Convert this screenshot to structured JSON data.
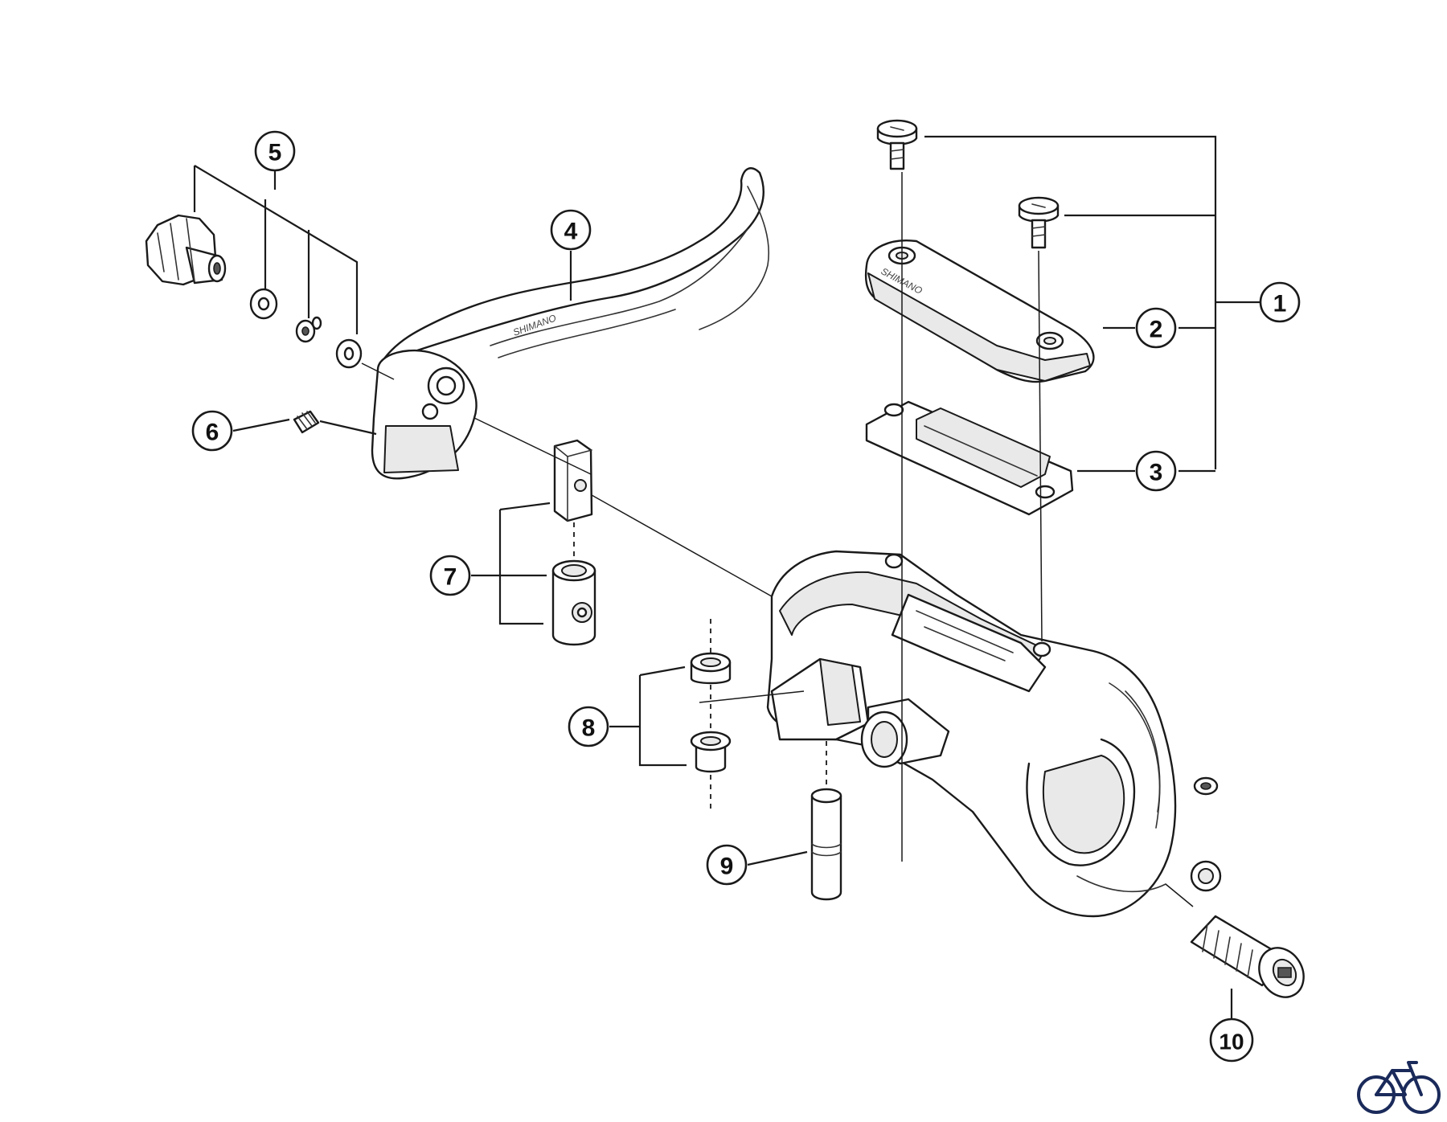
{
  "diagram": {
    "callouts": [
      {
        "id": "1",
        "label": "1"
      },
      {
        "id": "2",
        "label": "2"
      },
      {
        "id": "3",
        "label": "3"
      },
      {
        "id": "4",
        "label": "4"
      },
      {
        "id": "5",
        "label": "5"
      },
      {
        "id": "6",
        "label": "6"
      },
      {
        "id": "7",
        "label": "7"
      },
      {
        "id": "8",
        "label": "8"
      },
      {
        "id": "9",
        "label": "9"
      },
      {
        "id": "10",
        "label": "10"
      }
    ],
    "logo_icon": "bicycle-icon"
  },
  "colors": {
    "line": "#1a1a1a",
    "background": "#ffffff",
    "logo": "#1a2a5a"
  }
}
